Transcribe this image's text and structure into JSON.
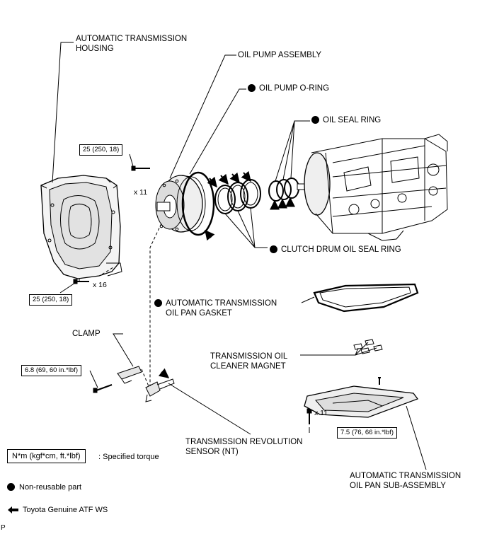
{
  "labels": {
    "housing": "AUTOMATIC TRANSMISSION\nHOUSING",
    "oil_pump": "OIL PUMP ASSEMBLY",
    "oil_pump_oring": "OIL PUMP O-RING",
    "oil_seal_ring": "OIL SEAL RING",
    "clutch_drum_seal": "CLUTCH DRUM OIL SEAL RING",
    "pan_gasket": "AUTOMATIC TRANSMISSION\nOIL PAN GASKET",
    "clamp": "CLAMP",
    "cleaner_magnet": "TRANSMISSION OIL\nCLEANER MAGNET",
    "revolution_sensor": "TRANSMISSION REVOLUTION\nSENSOR (NT)",
    "pan_sub_assembly": "AUTOMATIC TRANSMISSION\nOIL PAN SUB-ASSEMBLY"
  },
  "torque": {
    "pump_bolts": "25 (250, 18)",
    "housing_bolts": "25 (250, 18)",
    "clamp_bolt": "6.8 (69, 60 in.*lbf)",
    "pan_bolts": "7.5 (76, 66 in.*lbf)"
  },
  "counts": {
    "pump_bolts": "x 11",
    "housing_bolts": "x 16",
    "pan_bolts": "x 11"
  },
  "legend": {
    "torque_box": "N*m (kgf*cm, ft.*lbf)",
    "torque_text": ": Specified torque",
    "non_reusable": "Non-reusable part",
    "atf": "Toyota Genuine ATF WS"
  },
  "corner_mark": "P",
  "colors": {
    "ink": "#000000",
    "paper": "#ffffff",
    "shade": "#d9d9d9"
  }
}
